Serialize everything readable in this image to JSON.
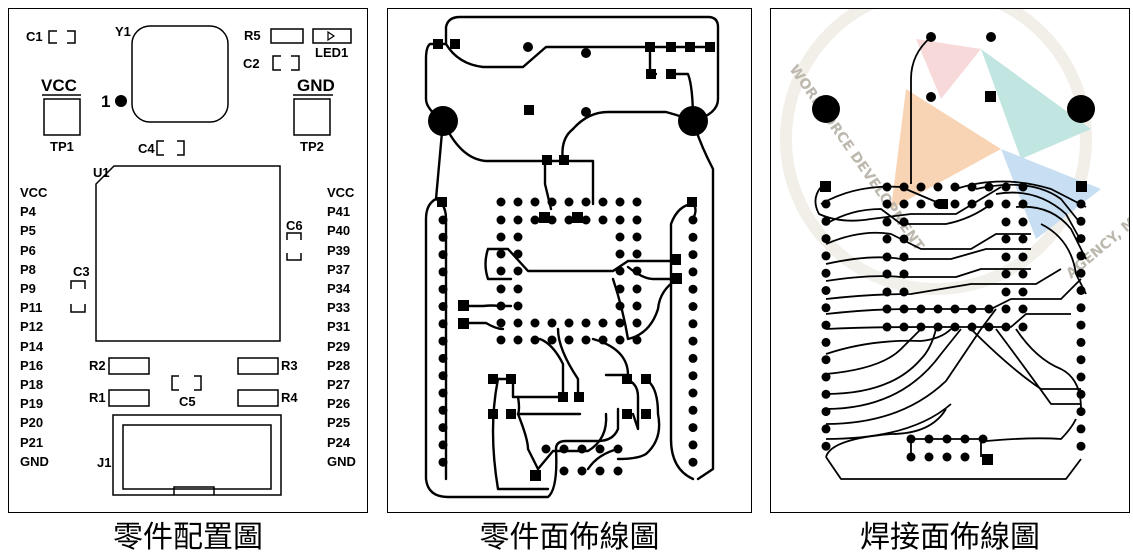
{
  "captions": [
    "零件配置圖",
    "零件面佈線圖",
    "焊接面佈線圖"
  ],
  "layout": {
    "components": {
      "c1": "C1",
      "y1": "Y1",
      "r5": "R5",
      "led1": "LED1",
      "c2": "C2",
      "vcc": "VCC",
      "pin1": "1",
      "gnd": "GND",
      "tp1": "TP1",
      "tp2": "TP2",
      "c4": "C4",
      "u1": "U1",
      "c6": "C6",
      "c3": "C3",
      "r2": "R2",
      "r3": "R3",
      "r1": "R1",
      "r4": "R4",
      "c5": "C5",
      "j1": "J1"
    },
    "left_pins": [
      "VCC",
      "P4",
      "P5",
      "P6",
      "P8",
      "P9",
      "P11",
      "P12",
      "P14",
      "P16",
      "P18",
      "P19",
      "P20",
      "P21",
      "GND"
    ],
    "right_pins": [
      "VCC",
      "P41",
      "P40",
      "P39",
      "P37",
      "P34",
      "P33",
      "P31",
      "P29",
      "P28",
      "P27",
      "P26",
      "P25",
      "P24",
      "GND"
    ]
  },
  "watermark": {
    "text_a": "WORKFORCE DEVELOPMENT",
    "text_b": "AGENCY, MINIS",
    "colors": {
      "orange": "#f3b27a",
      "teal": "#8fd1c8",
      "blue": "#9cc4e8",
      "red": "#e88a8a"
    }
  }
}
